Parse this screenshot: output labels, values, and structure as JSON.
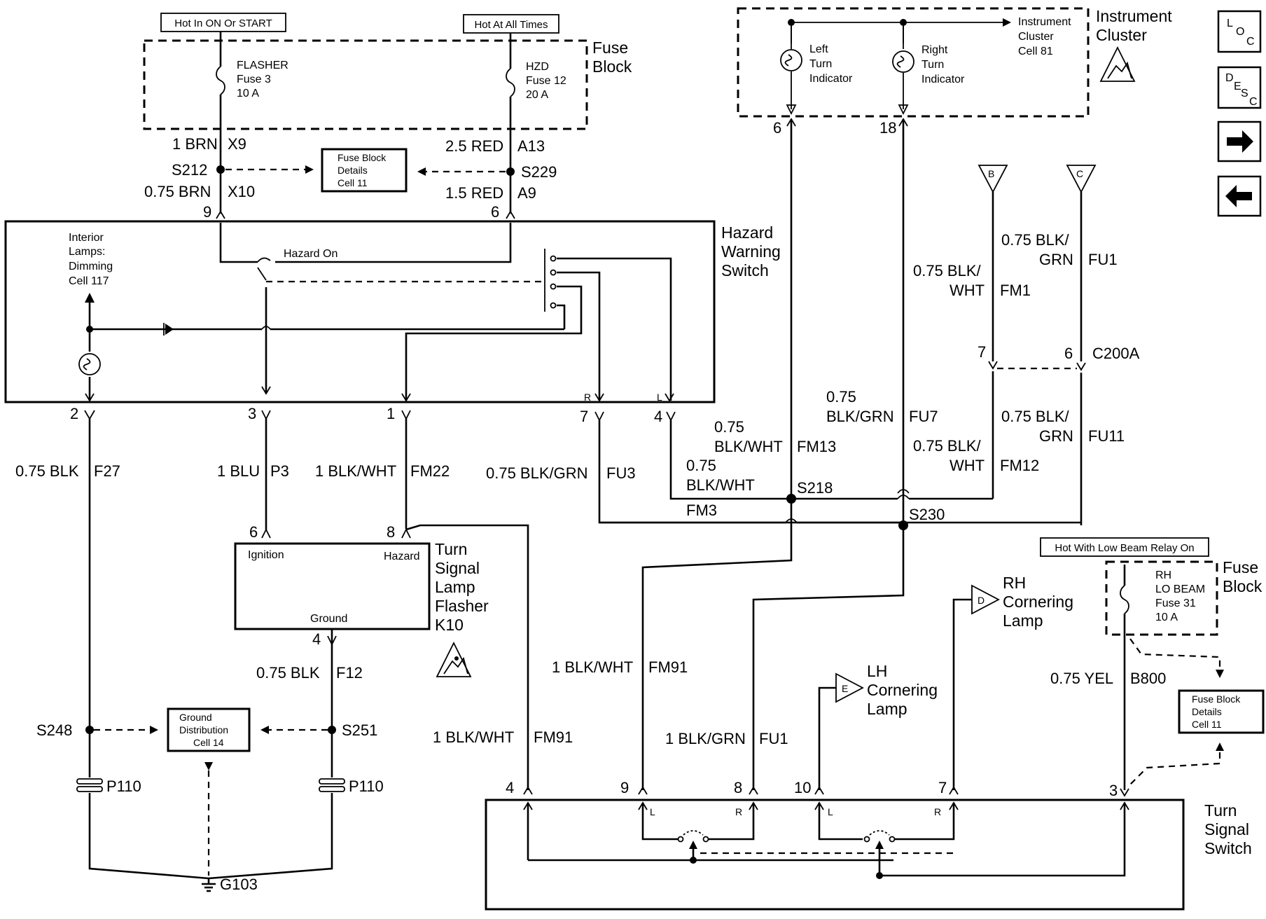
{
  "header_labels": {
    "hot_on_start": "Hot In ON Or START",
    "hot_all_times": "Hot At All Times",
    "hot_low_beam": "Hot With Low Beam Relay On"
  },
  "fuse_block_top": {
    "title_line1": "Fuse",
    "title_line2": "Block",
    "flasher_fuse": [
      "FLASHER",
      "Fuse 3",
      "10 A"
    ],
    "hzd_fuse": [
      "HZD",
      "Fuse 12",
      "20 A"
    ]
  },
  "fuse_block_details": {
    "top": [
      "Fuse Block",
      "Details",
      "Cell 11"
    ],
    "right": [
      "Fuse Block",
      "Details",
      "Cell 11"
    ]
  },
  "fuse_block_right": {
    "title_line1": "Fuse",
    "title_line2": "Block",
    "fuse": [
      "RH",
      "LO BEAM",
      "Fuse 31",
      "10 A"
    ]
  },
  "instrument_cluster": {
    "title_line1": "Instrument",
    "title_line2": "Cluster",
    "left_turn": [
      "Left",
      "Turn",
      "Indicator"
    ],
    "right_turn": [
      "Right",
      "Turn",
      "Indicator"
    ],
    "cell_ref": [
      "Instrument",
      "Cluster",
      "Cell 81"
    ]
  },
  "hazard_switch": {
    "title": [
      "Hazard",
      "Warning",
      "Switch"
    ],
    "interior": [
      "Interior",
      "Lamps:",
      "Dimming",
      "Cell 117"
    ],
    "hazard_on": "Hazard On"
  },
  "flasher": {
    "title": [
      "Turn",
      "Signal",
      "Lamp",
      "Flasher",
      "K10"
    ],
    "ignition": "Ignition",
    "hazard": "Hazard",
    "ground": "Ground"
  },
  "ground_distribution": [
    "Ground",
    "Distribution",
    "Cell 14"
  ],
  "turn_signal_switch": [
    "Turn",
    "Signal",
    "Switch"
  ],
  "rh_cornering": [
    "RH",
    "Cornering",
    "Lamp"
  ],
  "lh_cornering": [
    "LH",
    "Cornering",
    "Lamp"
  ],
  "nav_icons": {
    "loc": [
      "L",
      "O",
      "C"
    ],
    "desc": [
      "D",
      "E",
      "S",
      "C"
    ]
  },
  "connector_letters": {
    "B": "B",
    "C": "C",
    "D": "D",
    "E": "E"
  },
  "splices": {
    "S212": "S212",
    "S229": "S229",
    "S218": "S218",
    "S230": "S230",
    "S248": "S248",
    "S251": "S251",
    "G103": "G103",
    "P110_left": "P110",
    "P110_right": "P110",
    "C200A": "C200A"
  },
  "wires": {
    "w_1brn": "1 BRN",
    "c_x9": "X9",
    "w_075brn": "0.75 BRN",
    "c_x10": "X10",
    "w_25red": "2.5 RED",
    "c_a13": "A13",
    "w_15red": "1.5 RED",
    "c_a9": "A9",
    "w_f27": "0.75 BLK",
    "c_f27": "F27",
    "w_p3": "1 BLU",
    "c_p3": "P3",
    "w_fm22": "1 BLK/WHT",
    "c_fm22": "FM22",
    "w_fu3": "0.75 BLK/GRN",
    "c_fu3": "FU3",
    "w_f12": "0.75 BLK",
    "c_f12": "F12",
    "w_fm91a": "1 BLK/WHT",
    "c_fm91a": "FM91",
    "w_fm91b": "1 BLK/WHT",
    "c_fm91b": "FM91",
    "w_fu1b": "1 BLK/GRN",
    "c_fu1b": "FU1",
    "w_b800": "0.75 YEL",
    "c_b800": "B800",
    "w_fm13a": "0.75",
    "w_fm13b": "BLK/WHT",
    "c_fm13": "FM13",
    "w_fm3a": "0.75",
    "w_fm3b": "BLK/WHT",
    "c_fm3": "FM3",
    "w_fu7a": "0.75",
    "w_fu7b": "BLK/GRN",
    "c_fu7": "FU7",
    "w_fm1a": "0.75 BLK/",
    "w_fm1b": "WHT",
    "c_fm1": "FM1",
    "w_fu1a": "0.75 BLK/",
    "w_fu1b2": "GRN",
    "c_fu1a": "FU1",
    "w_fm12a": "0.75 BLK/",
    "w_fm12b": "WHT",
    "c_fm12": "FM12",
    "w_fu11a": "0.75 BLK/",
    "w_fu11b": "GRN",
    "c_fu11": "FU11"
  },
  "pins": {
    "p9": "9",
    "p6top": "6",
    "p2": "2",
    "p3": "3",
    "p1": "1",
    "p7": "7",
    "p4": "4",
    "pR": "R",
    "pL": "L",
    "ic6": "6",
    "ic18": "18",
    "c7": "7",
    "c6": "6",
    "k6": "6",
    "k8": "8",
    "k4": "4",
    "ts4": "4",
    "ts9": "9",
    "ts8": "8",
    "ts10": "10",
    "ts7": "7",
    "ts3": "3",
    "tsL1": "L",
    "tsR1": "R",
    "tsL2": "L",
    "tsR2": "R"
  }
}
